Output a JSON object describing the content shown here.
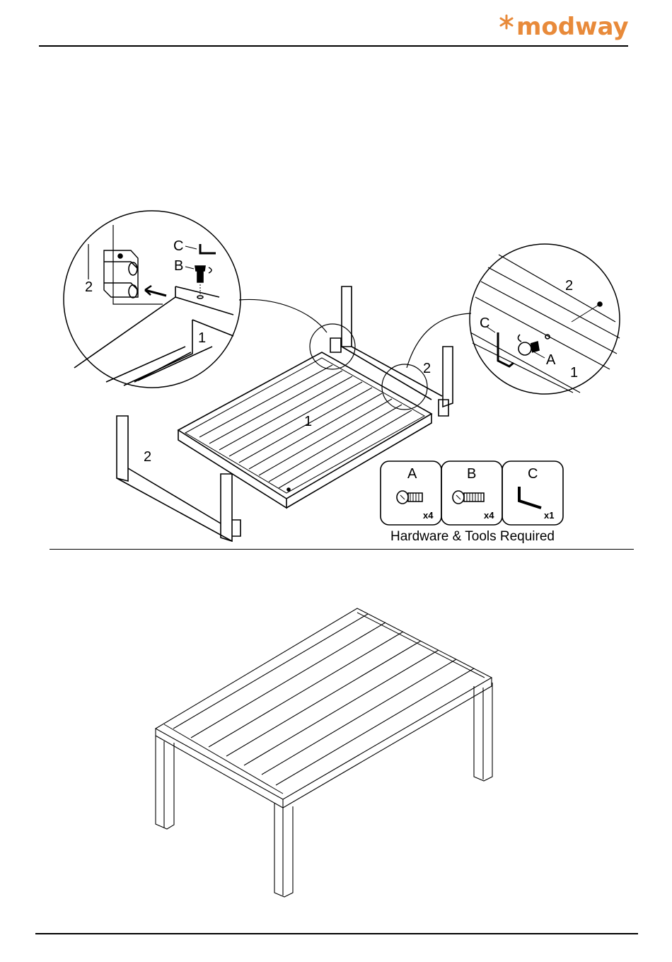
{
  "brand": {
    "name": "modway",
    "color": "#e88a3a"
  },
  "step": {
    "part_labels": {
      "left_leg_detail": "2",
      "frame_detail": "1",
      "center_frame": "1",
      "back_leg": "2",
      "front_leg": "2",
      "right_detail_leg": "2",
      "right_detail_frame": "1"
    },
    "tool_labels": {
      "left_c": "C",
      "left_b": "B",
      "right_c": "C",
      "right_a": "A"
    }
  },
  "hardware": {
    "caption": "Hardware & Tools Required",
    "items": [
      {
        "letter": "A",
        "qty": "x4",
        "icon": "bolt-icon"
      },
      {
        "letter": "B",
        "qty": "x4",
        "icon": "bolt-icon"
      },
      {
        "letter": "C",
        "qty": "x1",
        "icon": "allen-key-icon"
      }
    ]
  }
}
